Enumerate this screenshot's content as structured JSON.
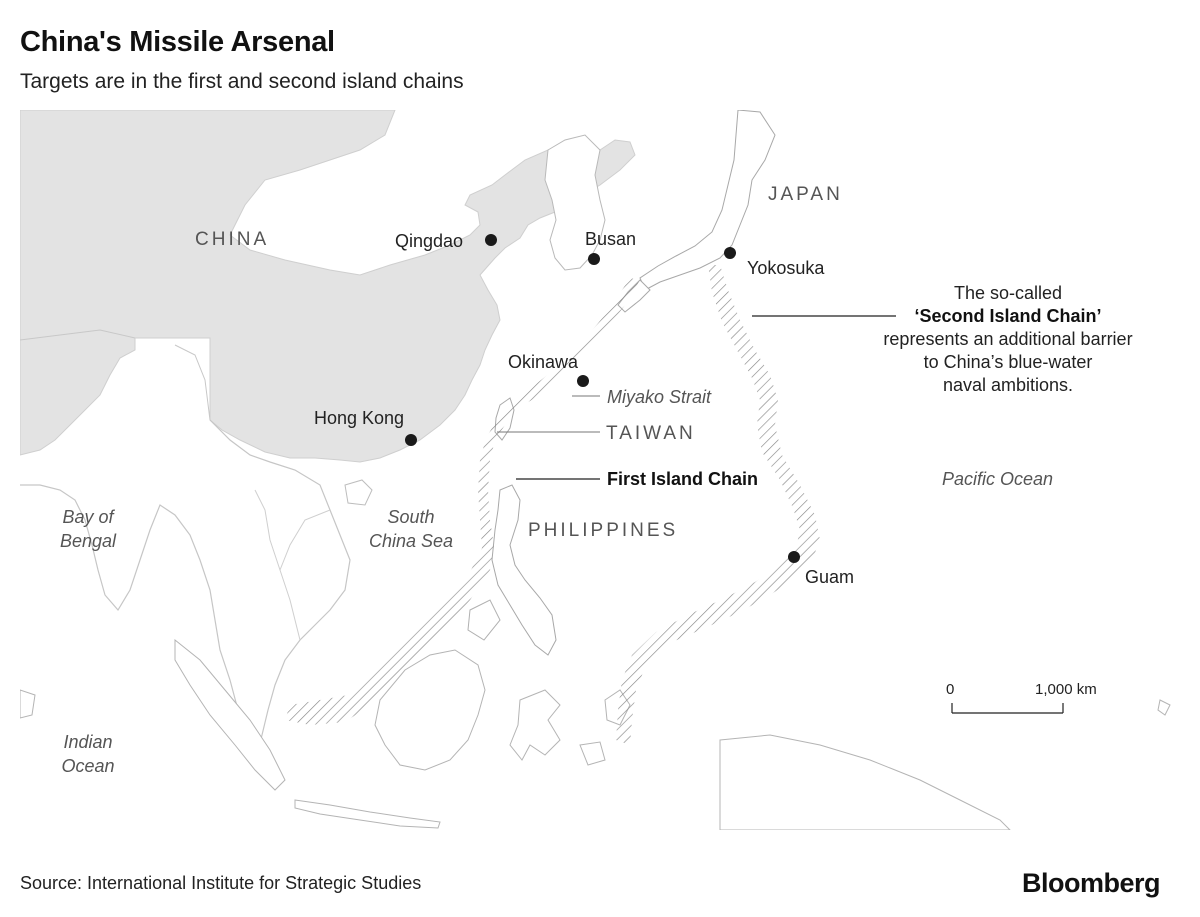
{
  "header": {
    "title": "China's Missile Arsenal",
    "subtitle": "Targets are in the first and second island chains"
  },
  "map": {
    "countries": {
      "china": "CHINA",
      "japan": "JAPAN",
      "taiwan": "TAIWAN",
      "philippines": "PHILIPPINES"
    },
    "seas": {
      "bay_of_bengal_1": "Bay of",
      "bay_of_bengal_2": "Bengal",
      "south_china_sea_1": "South",
      "south_china_sea_2": "China Sea",
      "indian_ocean_1": "Indian",
      "indian_ocean_2": "Ocean",
      "pacific_ocean": "Pacific Ocean",
      "miyako_strait": "Miyako Strait"
    },
    "cities": {
      "qingdao": "Qingdao",
      "busan": "Busan",
      "yokosuka": "Yokosuka",
      "okinawa": "Okinawa",
      "hong_kong": "Hong Kong",
      "guam": "Guam"
    },
    "first_chain_label": "First Island Chain",
    "second_chain_annotation": {
      "line1": "The so-called",
      "line2": "‘Second Island Chain’",
      "line3": "represents an additional barrier",
      "line4": "to China’s blue-water",
      "line5": "naval ambitions."
    },
    "scale": {
      "start": "0",
      "end": "1,000 km"
    },
    "colors": {
      "land": "#e3e3e3",
      "land_border": "#cfcfcf",
      "water": "#ffffff",
      "chain_hatch": "#8a8a8a",
      "marker": "#1a1a1a"
    }
  },
  "footer": {
    "source": "Source: International Institute for Strategic Studies",
    "brand": "Bloomberg"
  }
}
